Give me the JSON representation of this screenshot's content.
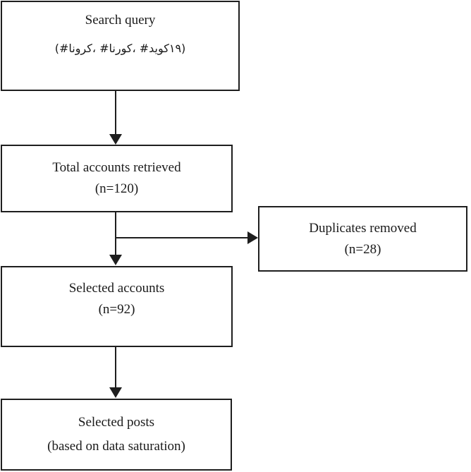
{
  "figure": {
    "type": "flow-diagram",
    "background": "#ffffff",
    "line_color": "#1e1e1e",
    "text_color": "#1a1a1a"
  },
  "boxes": {
    "search_query": {
      "title": "Search query",
      "query_text": "(#کرونا، #کورنا، #کوید۱۹)",
      "query_tokens": [
        "(#",
        "کرونا",
        "، #",
        "کورنا",
        "، #",
        "کوید",
        "۱۹)"
      ]
    },
    "total_accounts": {
      "line1": "Total accounts retrieved",
      "line2": "(n=120)"
    },
    "duplicates_removed": {
      "line1": "Duplicates removed",
      "line2": "(n=28)"
    },
    "selected_accounts": {
      "line1": "Selected accounts",
      "line2": "(n=92)"
    },
    "selected_posts": {
      "line1": "Selected posts",
      "line2": "(based on data saturation)"
    }
  }
}
